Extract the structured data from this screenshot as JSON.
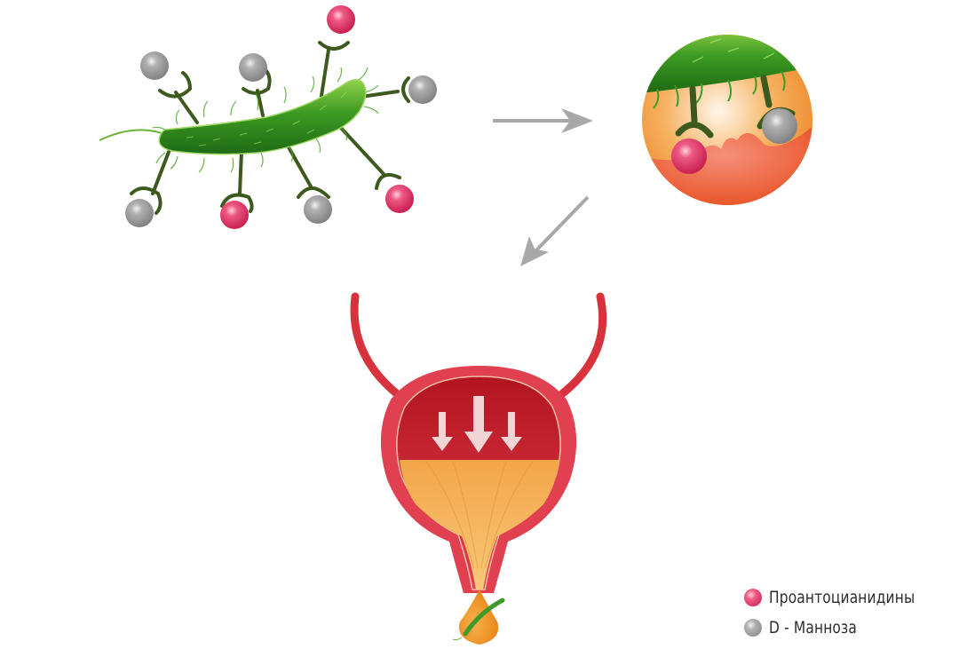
{
  "diagram": {
    "title": "",
    "steps": [
      {
        "id": "bacterium",
        "description": "Bacterium with fimbriae binding receptors"
      },
      {
        "id": "zoom-binding",
        "description": "Close-up: receptors blocked by proanthocyanidins and D-mannose"
      },
      {
        "id": "bladder",
        "description": "Bladder flushes bacteria out with urine"
      }
    ],
    "colors": {
      "proanthocyanidin": "#e0386a",
      "mannose": "#9a9a9a",
      "bacterium": "#3f9a2a",
      "receptor": "#3d5a1e",
      "bladder": "#d8323c",
      "urine": "#f0a040",
      "arrow": "#a8a8a8"
    },
    "bacterium_molecules": [
      {
        "type": "mannose"
      },
      {
        "type": "mannose"
      },
      {
        "type": "proanthocyanidin"
      },
      {
        "type": "mannose"
      },
      {
        "type": "mannose"
      },
      {
        "type": "proanthocyanidin"
      },
      {
        "type": "mannose"
      },
      {
        "type": "proanthocyanidin"
      }
    ]
  },
  "legend": {
    "items": [
      {
        "label": "Проантоцианидины",
        "color": "#e0386a",
        "icon": "pink-sphere-icon"
      },
      {
        "label": "D - Манноза",
        "color": "#9a9a9a",
        "icon": "gray-sphere-icon"
      }
    ]
  }
}
